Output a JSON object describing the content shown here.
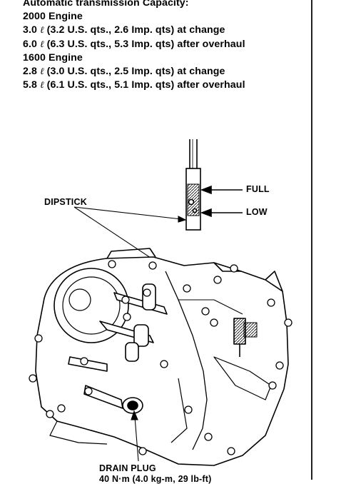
{
  "capacity": {
    "title": "Automatic transmission Capacity:",
    "litre_symbol": "ℓ",
    "engine_2000": {
      "label": "2000 Engine",
      "at_change": {
        "value": "3.0",
        "rest": " (3.2 U.S. qts., 2.6 Imp. qts) at change"
      },
      "after_overhaul": {
        "value": "6.0",
        "rest": " (6.3 U.S. qts., 5.3 Imp. qts) after overhaul"
      }
    },
    "engine_1600": {
      "label": "1600 Engine",
      "at_change": {
        "value": "2.8",
        "rest": " (3.0 U.S. qts., 2.5 Imp. qts) at change"
      },
      "after_overhaul": {
        "value": "5.8",
        "rest": " (6.1 U.S. qts., 5.1 Imp. qts) after overhaul"
      }
    }
  },
  "figure": {
    "full_label": "FULL",
    "low_label": "LOW",
    "dipstick_label": "DIPSTICK",
    "drain_plug_label": "DRAIN PLUG",
    "drain_plug_torque": "40 N·m (4.0 kg-m, 29 lb-ft)"
  }
}
